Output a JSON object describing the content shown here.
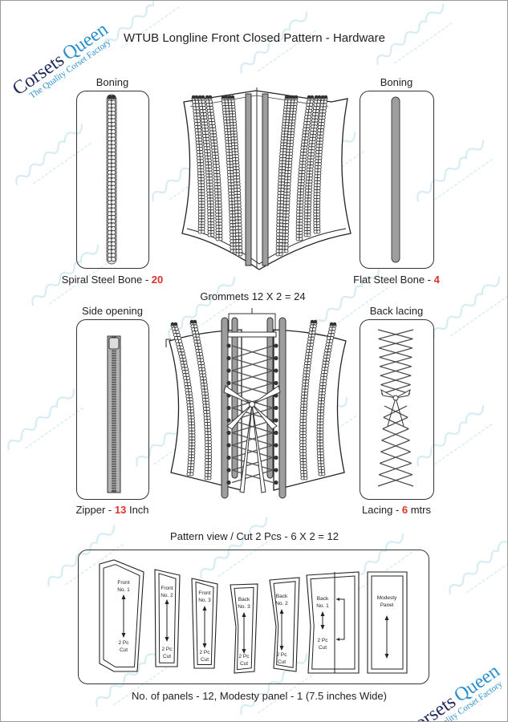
{
  "title": "WTUB Longline Front Closed Pattern - Hardware",
  "logo": {
    "word1": "Corsets",
    "word2": "Queen",
    "tagline": "The Quality Corset Factory"
  },
  "colors": {
    "accent_red": "#e0302a",
    "logo_navy": "#1f2a5a",
    "logo_blue": "#2a8fd0",
    "watermark": "#c8e4ef",
    "bone_gray": "#9e9e9e"
  },
  "left_top": {
    "label": "Boning",
    "caption_prefix": "Spiral Steel Bone - ",
    "count": "20"
  },
  "right_top": {
    "label": "Boning",
    "caption_prefix": "Flat Steel Bone - ",
    "count": "4"
  },
  "grommets": "Grommets 12 X 2 = 24",
  "left_bottom": {
    "label": "Side opening",
    "caption_prefix": "Zipper - ",
    "count": "13",
    "caption_suffix": " Inch"
  },
  "right_bottom": {
    "label": "Back lacing",
    "caption_prefix": "Lacing  - ",
    "count": "6",
    "caption_suffix": " mtrs"
  },
  "pattern_title": "Pattern view / Cut 2 Pcs - 6 X 2 = 12",
  "pieces": [
    {
      "name": "Front",
      "no": "No. 1",
      "cut1": "2 Pc",
      "cut2": "Cut"
    },
    {
      "name": "Front",
      "no": "No. 2",
      "cut1": "2 Pc",
      "cut2": "Cut"
    },
    {
      "name": "Front",
      "no": "No. 3",
      "cut1": "2 Pc",
      "cut2": "Cut"
    },
    {
      "name": "Back",
      "no": "No. 3",
      "cut1": "2 Pc",
      "cut2": "Cut"
    },
    {
      "name": "Back",
      "no": "No. 2",
      "cut1": "2 Pc",
      "cut2": "Cut"
    },
    {
      "name": "Back",
      "no": "No. 1",
      "cut1": "2 Pc",
      "cut2": "Cut"
    },
    {
      "name": "Modesty",
      "no": "Panel",
      "cut1": "",
      "cut2": ""
    }
  ],
  "footer": "No. of panels - 12, Modesty panel - 1 (7.5 inches Wide)"
}
